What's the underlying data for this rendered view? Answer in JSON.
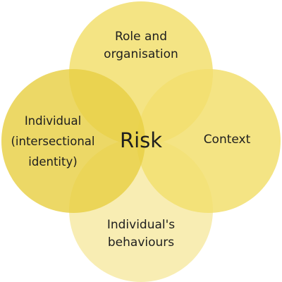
{
  "diagram": {
    "center_label": "Risk",
    "circles": [
      {
        "id": "top",
        "lines": [
          "Role and",
          "organisation"
        ],
        "color": "#f2df6e"
      },
      {
        "id": "left",
        "lines": [
          "Individual",
          "(intersectional",
          "identity)"
        ],
        "color": "#e8cf44"
      },
      {
        "id": "right",
        "lines": [
          "Context"
        ],
        "color": "#f2df6e"
      },
      {
        "id": "bottom",
        "lines": [
          "Individual's",
          "behaviours"
        ],
        "color": "#f7ecac"
      }
    ]
  }
}
